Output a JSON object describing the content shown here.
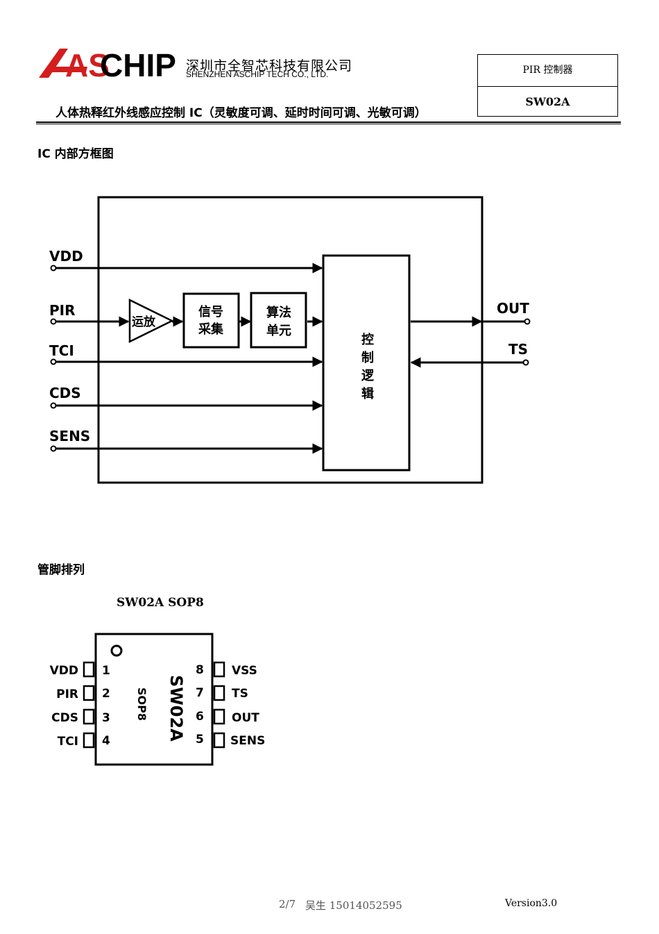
{
  "header": {
    "logo_prefix": "AS",
    "logo_suffix": "CHIP",
    "company_cn": "深圳市全智芯科技有限公司",
    "company_en": "SHENZHEN ASCHIP TECH CO., LTD.",
    "doc_title": "人体热释红外线感应控制 IC（灵敏度可调、延时时间可调、光敏可调）",
    "box_top": "PIR 控制器",
    "box_bottom": "SW02A",
    "accent_color": "#d41d1d"
  },
  "block_diagram": {
    "section_title": "IC 内部方框图",
    "inputs": [
      "VDD",
      "PIR",
      "TCI",
      "CDS",
      "SENS"
    ],
    "outputs": [
      "OUT",
      "TS"
    ],
    "amp_label": "运放",
    "signal_block": [
      "信号",
      "采集"
    ],
    "algo_block": [
      "算法",
      "单元"
    ],
    "control_block": [
      "控",
      "制",
      "逻",
      "辑"
    ]
  },
  "pinout": {
    "section_title": "管脚排列",
    "package_title": "SW02A SOP8",
    "chip_label": "SW02A",
    "package_label": "SOP8",
    "left_pins": [
      {
        "num": "1",
        "name": "VDD"
      },
      {
        "num": "2",
        "name": "PIR"
      },
      {
        "num": "3",
        "name": "CDS"
      },
      {
        "num": "4",
        "name": "TCI"
      }
    ],
    "right_pins": [
      {
        "num": "8",
        "name": "VSS"
      },
      {
        "num": "7",
        "name": "TS"
      },
      {
        "num": "6",
        "name": "OUT"
      },
      {
        "num": "5",
        "name": "SENS"
      }
    ]
  },
  "footer": {
    "page": "2/7",
    "contact": "吴生  15014052595",
    "version": "Version3.0"
  }
}
